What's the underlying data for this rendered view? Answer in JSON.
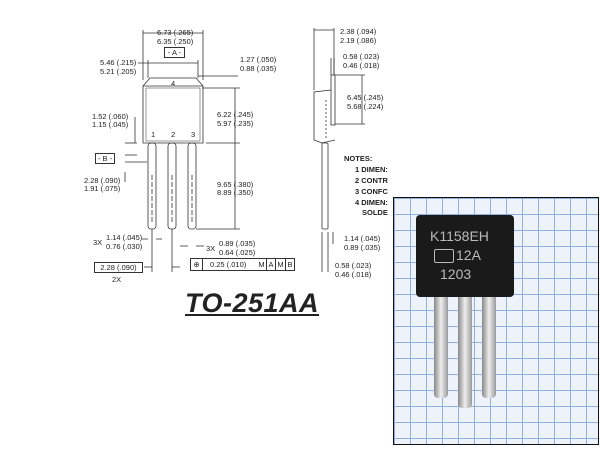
{
  "front_view": {
    "width_top": [
      "6.73 (.265)",
      "6.35 (.250)"
    ],
    "datum_a": "- A -",
    "tab_width": [
      "5.46 (.215)",
      "5.21 (.205)"
    ],
    "tab_thickness": [
      "1.27 (.050)",
      "0.88 (.035)"
    ],
    "body_height": [
      "6.22 (.245)",
      "5.97 (.235)"
    ],
    "shoulder": [
      "1.52 (.060)",
      "1.15 (.045)"
    ],
    "datum_b": "- B -",
    "lead_offset": [
      "2.28 (.090)",
      "1.91 (.075)"
    ],
    "lead_length": [
      "9.65 (.380)",
      "8.89 (.350)"
    ],
    "lead_width_3x_label": "3X",
    "lead_width": [
      "1.14 (.045)",
      "0.76 (.030)"
    ],
    "lead_width2_3x_label": "3X",
    "lead_width2": [
      "0.89 (.035)",
      "0.64 (.025)"
    ],
    "pitch": "2.28  (.090)",
    "pitch_count": "2X",
    "pin_labels": [
      "1",
      "2",
      "3",
      "4"
    ],
    "tolerance": {
      "value": "0.25  (.010)",
      "m1": "M",
      "a": "A",
      "m2": "M",
      "b": "B"
    }
  },
  "side_view": {
    "thickness": [
      "2.38 (.094)",
      "2.19 (.086)"
    ],
    "tab": [
      "0.58 (.023)",
      "0.46 (.018)"
    ],
    "height": [
      "6.45 (.245)",
      "5.68 (.224)"
    ],
    "lead_shoulder": [
      "1.14 (.045)",
      "0.89 (.035)"
    ],
    "lead_thickness": [
      "0.58 (.023)",
      "0.46 (.018)"
    ]
  },
  "notes": {
    "title": "NOTES:",
    "items": [
      "1  DIMEN:",
      "2  CONTR",
      "3  CONFC",
      "4  DIMEN:",
      "    SOLDE"
    ]
  },
  "package_title": "TO-251AA",
  "photo": {
    "marking": [
      "K1158EH",
      "12A",
      "1203"
    ]
  }
}
